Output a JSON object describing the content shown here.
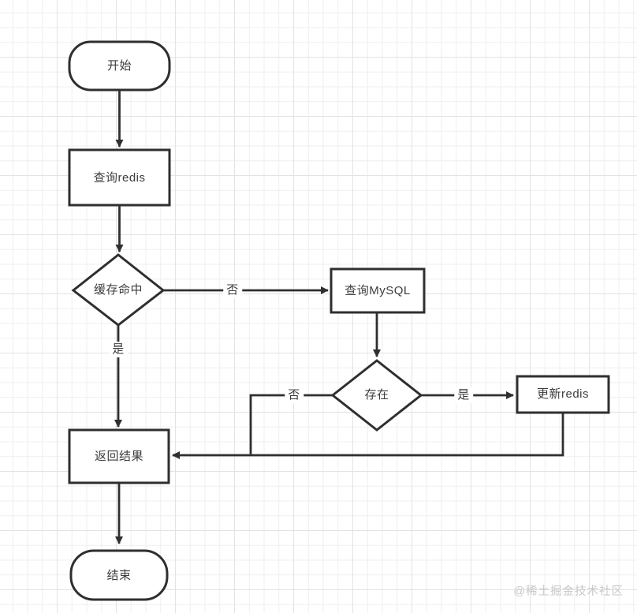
{
  "diagram": {
    "type": "flowchart",
    "watermark": "@稀土掘金技术社区",
    "nodes": {
      "start": {
        "type": "terminator",
        "label": "开始"
      },
      "query_redis": {
        "type": "process",
        "label": "查询redis"
      },
      "cache_hit": {
        "type": "decision",
        "label": "缓存命中"
      },
      "query_mysql": {
        "type": "process",
        "label": "查询MySQL"
      },
      "exists": {
        "type": "decision",
        "label": "存在"
      },
      "update_redis": {
        "type": "process",
        "label": "更新redis"
      },
      "return_result": {
        "type": "process",
        "label": "返回结果"
      },
      "end": {
        "type": "terminator",
        "label": "结束"
      }
    },
    "edges": [
      {
        "from": "start",
        "to": "query_redis",
        "label": ""
      },
      {
        "from": "query_redis",
        "to": "cache_hit",
        "label": ""
      },
      {
        "from": "cache_hit",
        "to": "query_mysql",
        "label": "否"
      },
      {
        "from": "cache_hit",
        "to": "return_result",
        "label": "是"
      },
      {
        "from": "query_mysql",
        "to": "exists",
        "label": ""
      },
      {
        "from": "exists",
        "to": "update_redis",
        "label": "是"
      },
      {
        "from": "exists",
        "to": "return_result",
        "label": "否"
      },
      {
        "from": "update_redis",
        "to": "return_result",
        "label": ""
      },
      {
        "from": "return_result",
        "to": "end",
        "label": ""
      }
    ],
    "colors": {
      "stroke": "#2f2f2f",
      "text": "#3c3c3c",
      "node_fill": "#ffffff",
      "grid_minor": "#efefef",
      "grid_major": "#e3e3e3",
      "watermark": "#c8c8c8"
    }
  }
}
